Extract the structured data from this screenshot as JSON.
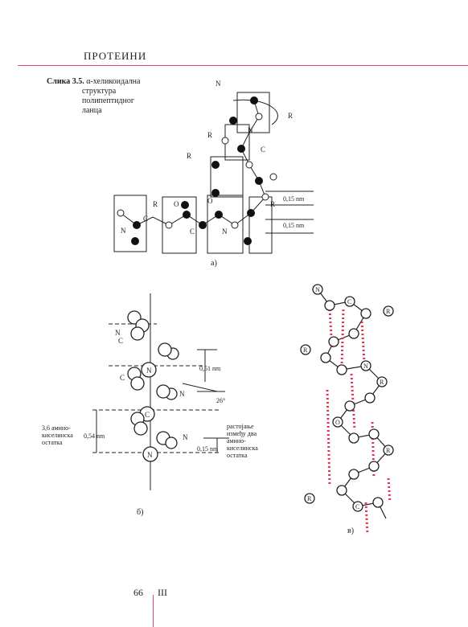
{
  "header": {
    "title": "ПРОТЕИНИ"
  },
  "caption": {
    "label": "Слика 3.5.",
    "line1": "α-хеликоидална",
    "line2": "структура",
    "line3": "полипептидног",
    "line4": "ланца"
  },
  "figure_a": {
    "sublabel": "а)",
    "dim1": "0,15 nm",
    "dim2": "0,15 nm",
    "atoms": {
      "n": "N",
      "c": "C",
      "o": "O",
      "r": "R"
    }
  },
  "figure_b": {
    "sublabel": "б)",
    "dim_pitch": "0,51 nm",
    "angle": "26°",
    "dim_rise": "0,15 nm",
    "dim_turn": "0,54 nm",
    "left_note": [
      "3,6 амино-",
      "киселинска",
      "остатка"
    ],
    "right_note": [
      "растојање",
      "између два",
      "амино-",
      "киселинска",
      "остатка"
    ]
  },
  "figure_c": {
    "sublabel": "в)"
  },
  "footer": {
    "page_number": "66",
    "section": "III"
  }
}
